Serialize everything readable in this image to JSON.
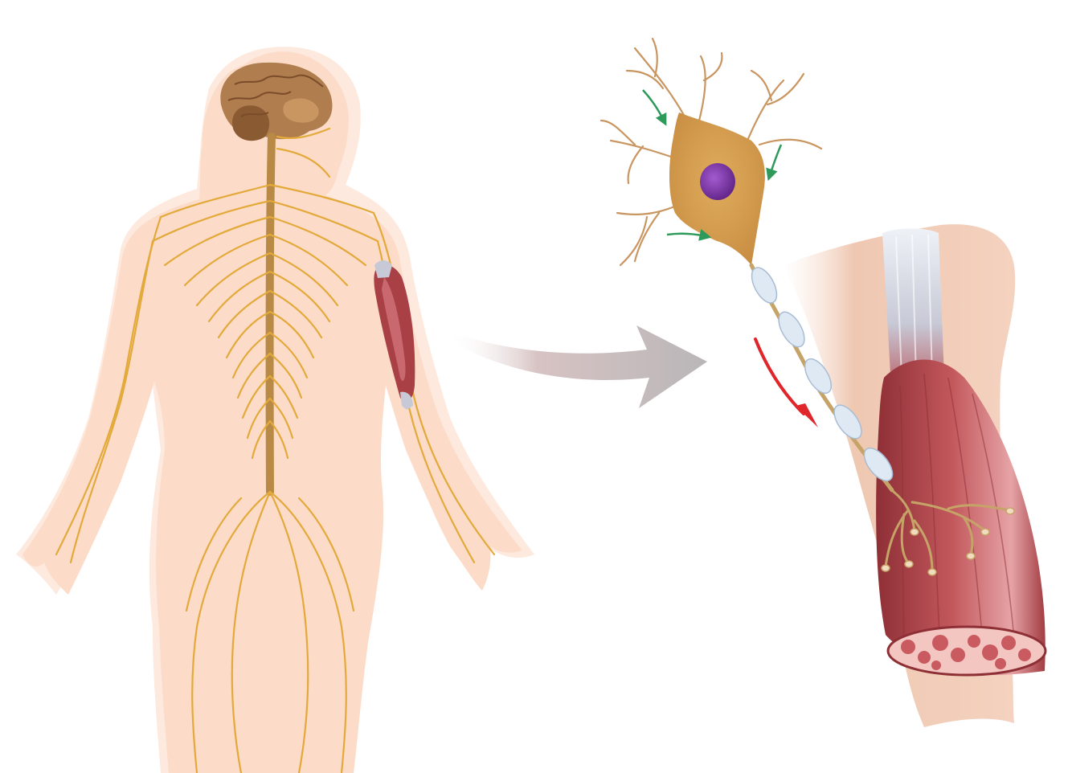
{
  "diagram": {
    "panels": [
      {
        "id": "body",
        "description": "human-figure",
        "highlight": "upper-arm-muscle"
      },
      {
        "id": "detail",
        "description": "motor-neuron-to-muscle"
      }
    ],
    "colors": {
      "background": "#ffffff",
      "skin": "#fcdcc8",
      "skin_halo": "#fde9dd",
      "nerve": "#e3a93a",
      "spine": "#b98a45",
      "brain": "#b07d4e",
      "brain_dark": "#8a5a33",
      "neuron_body": "#d8a14f",
      "dendrite": "#c99560",
      "nucleus": "#7b2fa0",
      "myelin": "#dfe9f4",
      "axon": "#c6a468",
      "muscle": "#b94d52",
      "muscle_dark": "#8e2f36",
      "muscle_light": "#e6a3a6",
      "tendon": "#d9d4e0",
      "bone": "#f2cbb4",
      "transfer_arrow": "#b9b6b8",
      "signal_in_arrow": "#2e9a5a",
      "signal_out_arrow": "#e0262a"
    },
    "icons": [
      "brain-icon",
      "neuron-icon",
      "muscle-icon",
      "arrow-icon"
    ]
  }
}
